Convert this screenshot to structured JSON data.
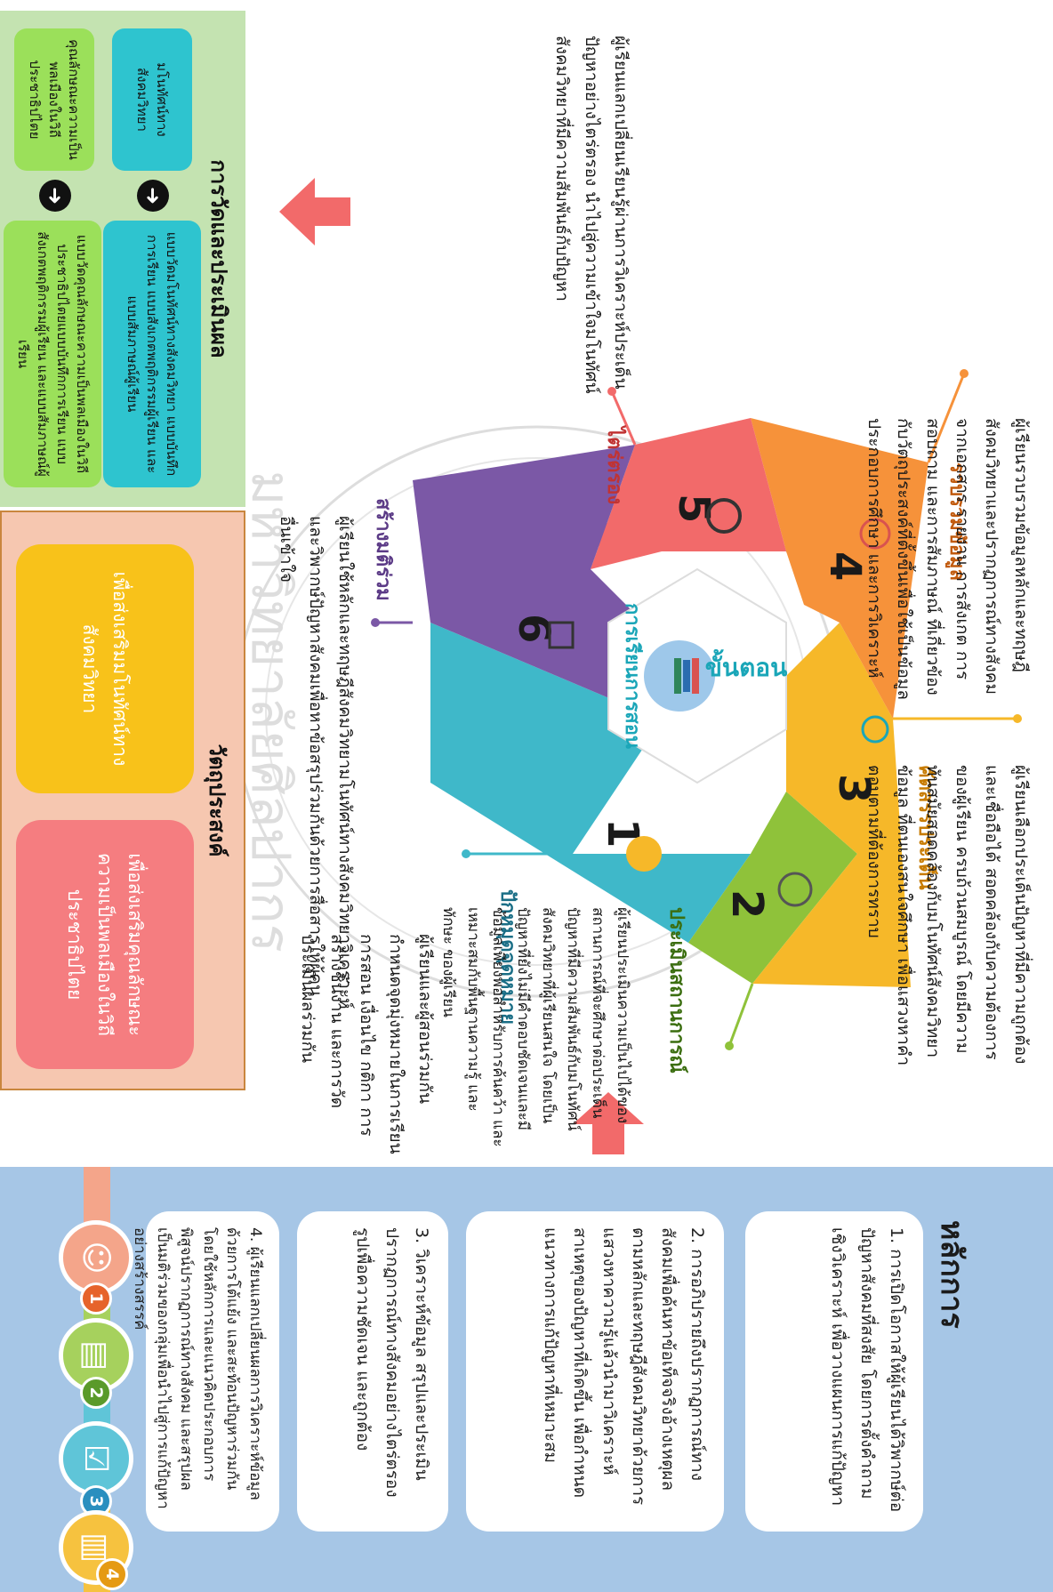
{
  "principles": {
    "title": "หลักการ",
    "items": [
      {
        "number": "1",
        "text": "1. การเปิดโอกาสให้ผู้เรียนได้วิพากษ์ต่อปัญหาสังคมที่สงสัย โดยการตั้งคำถามเชิงวิเคราะห์ เพื่อวางแผนการแก้ปัญหา"
      },
      {
        "number": "2",
        "text": "2. การอภิปรายถึงปรากฏการณ์ทางสังคมเพื่อค้นหาข้อเท็จจริงอ้างเหตุผลตามหลักและทฤษฎีสังคมวิทยาด้วยการแสวงหาความรู้แล้วนำมาวิเคราะห์สาเหตุของปัญหาที่เกิดขึ้น เพื่อกำหนดแนวทางการแก้ปัญหาที่เหมาะสม"
      },
      {
        "number": "3",
        "text": "3. วิเคราะห์ข้อมูล สรุปและประเมินปรากฏการณ์ทางสังคมอย่างไตร่ตรองรูปเพื่อความชัดเจน และถูกต้อง"
      },
      {
        "number": "4",
        "text": "4. ผู้เรียนแลกเปลี่ยนผลการวิเคราะห์ข้อมูลด้วยการโต้แย้ง และสะท้อนปัญหาร่วมกัน โดยใช้หลักการและแนวคิดประกอบการพิสูจน์ปรากฏการณ์ทางสังคม และสรุปผลเป็นมติร่วมของกลุ่มเพื่อนำไปสู่การแก้ปัญหาอย่างสร้างสรรค์"
      }
    ]
  },
  "center": {
    "title": "ขั้นตอน",
    "subtitle": "การเรียนการสอน"
  },
  "steps": [
    {
      "number": "1",
      "label": "ปักหมุดจุดหมาย",
      "color": "#3fb8c9",
      "desc": "ผู้เรียนและผู้สอนร่วมกันกำหนดจุดมุ่งหมายในการเรียนการสอน เงื่อนไข กติกา การสร้างชิ้นงาน และการวัดประเมินผลร่วมกัน"
    },
    {
      "number": "2",
      "label": "ประเมินสถานการณ์",
      "color": "#8fc23a",
      "desc": "ผู้เรียนประเมินความเป็นไปได้ของสถานการณ์ที่จะศึกษาต่อประเด็นปัญหาที่มีความสัมพันธ์กับมโนทัศน์สังคมวิทยาที่ผู้เรียนสนใจ โดยเป็นปัญหาที่ยังไม่มีคำตอบชัดเจนและมีข้อมูลเพียงพอสำหรับการค้นคว้า และเหมาะสมกับพื้นฐานความรู้ และทักษะ ของผู้เรียน"
    },
    {
      "number": "3",
      "label": "คัดสรรประเด็น",
      "color": "#f6b829",
      "desc": "ผู้เรียนเลือกประเด็นปัญหาที่มีความถูกต้องและเชื่อถือได้ สอดคล้องกับความต้องการของผู้เรียน ครบถ้วนสมบูรณ์ โดยมีความทันสมัยสอดคล้องกับมโนทัศน์สังคมวิทยาข้อมูล ที่ตนเองสนใจศึกษา เพื่อแสวงหาคำตอบตามที่ต้องการทราบ"
    },
    {
      "number": "4",
      "label": "รวบรวมข้อมูล",
      "color": "#f6923a",
      "desc": "ผู้เรียนรวบรวมข้อมูลหลักและทฤษฎีสังคมวิทยาและปรากฏการณ์ทางสังคม จากเอกสาร รายงาน การสังเกต การสอบถาม และการสัมภาษณ์ ที่เกี่ยวข้องกับวัตถุประสงค์ที่ตั้งขึ้นเพื่อใช้เป็นข้อมูลประกอบการศึกษา และการวิเคราะห์"
    },
    {
      "number": "5",
      "label": "ไตร่ตรอง",
      "color": "#f26a6a",
      "desc": "ผู้เรียนแลกเปลี่ยนเรียนรู้ผ่านการวิเคราะห์ประเด็นปัญหาอย่างไตร่ตรอง นำไปสู่ความเข้าใจมโนทัศน์สังคมวิทยาที่มีความสัมพันธ์กับปัญหา"
    },
    {
      "number": "6",
      "label": "สร้างมติร่วม",
      "color": "#7b58a6",
      "desc": "ผู้เรียนใช้หลักและทฤษฎีสังคมวิทยามโนทัศน์ทางสังคมวิทยาวิเคราะห์ และวิพากษ์ปัญหาสังคมเพื่อหาข้อสรุปร่วมกันด้วยการสื่อสารให้ผู้คนอื่นเข้าใจ"
    }
  ],
  "objectives": {
    "title": "วัตถุประสงค์",
    "items": [
      {
        "text": "เพื่อส่งเสริมมโนทัศน์ทางสังคมวิทยา",
        "color": "#f8c21a"
      },
      {
        "text": "เพื่อส่งเสริมคุณลักษณะความเป็นพลเมืองในวิถีประชาธิปไตย",
        "color": "#f57d80"
      }
    ]
  },
  "evaluation": {
    "title": "การวัดและประเมินผล",
    "rows": [
      {
        "left": "มโนทัศน์ทางสังคมวิทยา",
        "right": "แบบวัดมโนทัศน์ทางสังคมวิทยา แบบบันทึกการเรียน แบบสังเกตพฤติกรรมผู้เรียน และแบบสัมภาษณ์ผู้เรียน",
        "left_color": "#2ec4cf",
        "right_color": "#2ec4cf"
      },
      {
        "left": "คุณลักษณะความเป็นพลเมืองในวิถีประชาธิปไตย",
        "right": "แบบวัดคุณลักษณะความเป็นพลเมืองในวิถีประชาธิปไตยแบบบันทึกการเรียน แบบสังเกตพฤติกรรมผู้เรียน และแบบสัมภาษณ์ผู้เรียน",
        "left_color": "#9be05a",
        "right_color": "#9be05a"
      }
    ]
  },
  "watermark": "มหาวิทยาลัยศิลปากร",
  "colors": {
    "principles_bg": "#a6c6e6",
    "objectives_bg": "#f6c7b0",
    "evaluation_bg": "#c4e3b1",
    "arrow": "#f26a6a"
  }
}
